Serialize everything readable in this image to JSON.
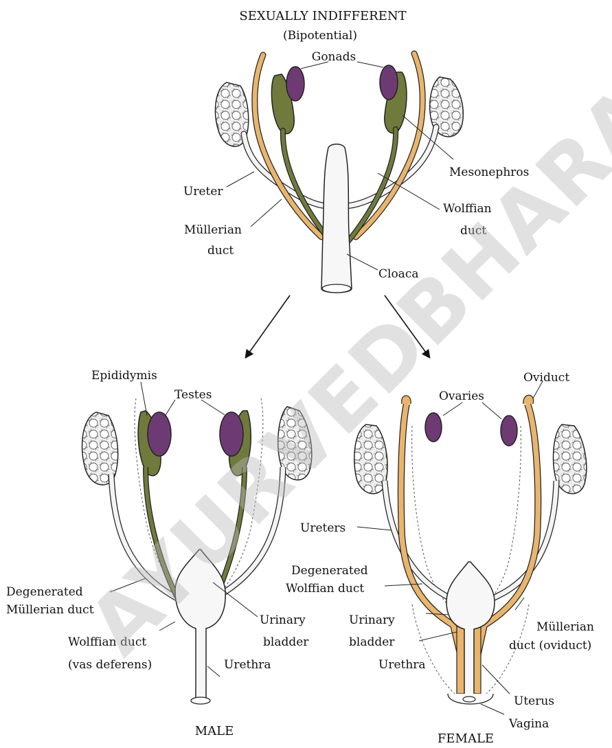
{
  "colors": {
    "mullerian_orange": "#e9b56d",
    "wolffian_green": "#6f7a3c",
    "gonad_purple": "#6e3a74",
    "kidney_white": "#f2f2f2",
    "outline": "#222222",
    "watermark": "#b9b9b9"
  },
  "watermark": "AYURVEDBHARATI",
  "top": {
    "title": "SEXUALLY INDIFFERENT",
    "subtitle": "(Bipotential)",
    "gonads": "Gonads",
    "mesonephros": "Mesonephros",
    "ureter": "Ureter",
    "wolffian_1": "Wolffian",
    "wolffian_2": "duct",
    "mullerian_1": "Müllerian",
    "mullerian_2": "duct",
    "cloaca": "Cloaca"
  },
  "male": {
    "title": "MALE",
    "epididymis": "Epididymis",
    "testes": "Testes",
    "degenerated_1": "Degenerated",
    "degenerated_2": "Müllerian duct",
    "wolffian_1": "Wolffian duct",
    "wolffian_2": "(vas deferens)",
    "urinary_1": "Urinary",
    "urinary_2": "bladder",
    "urethra": "Urethra"
  },
  "shared": {
    "ureters": "Ureters"
  },
  "female": {
    "title": "FEMALE",
    "ovaries": "Ovaries",
    "oviduct": "Oviduct",
    "degenerated_1": "Degenerated",
    "degenerated_2": "Wolffian duct",
    "urinary_1": "Urinary",
    "urinary_2": "bladder",
    "urethra": "Urethra",
    "mullerian_1": "Müllerian",
    "mullerian_2": "duct (oviduct)",
    "uterus": "Uterus",
    "vagina": "Vagina"
  }
}
